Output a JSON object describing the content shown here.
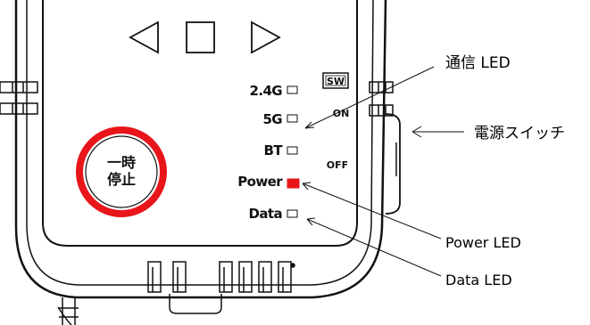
{
  "nav": {
    "back_icon": "triangle-left-icon",
    "home_icon": "square-icon",
    "forward_icon": "triangle-right-icon"
  },
  "pause_button": {
    "line1": "一時",
    "line2": "停止",
    "ring_color": "#e8151b"
  },
  "leds": [
    {
      "label": "2.4G",
      "lit": false
    },
    {
      "label": "5G",
      "lit": false
    },
    {
      "label": "BT",
      "lit": false
    },
    {
      "label": "Power",
      "lit": true,
      "color": "#e8151b"
    },
    {
      "label": "Data",
      "lit": false
    }
  ],
  "switch": {
    "box_label": "SW",
    "on_label": "ON",
    "off_label": "OFF"
  },
  "callouts": {
    "comm_led": "通信  LED",
    "power_switch": "電源スイッチ",
    "power_led": "Power LED",
    "data_led": "Data LED"
  }
}
